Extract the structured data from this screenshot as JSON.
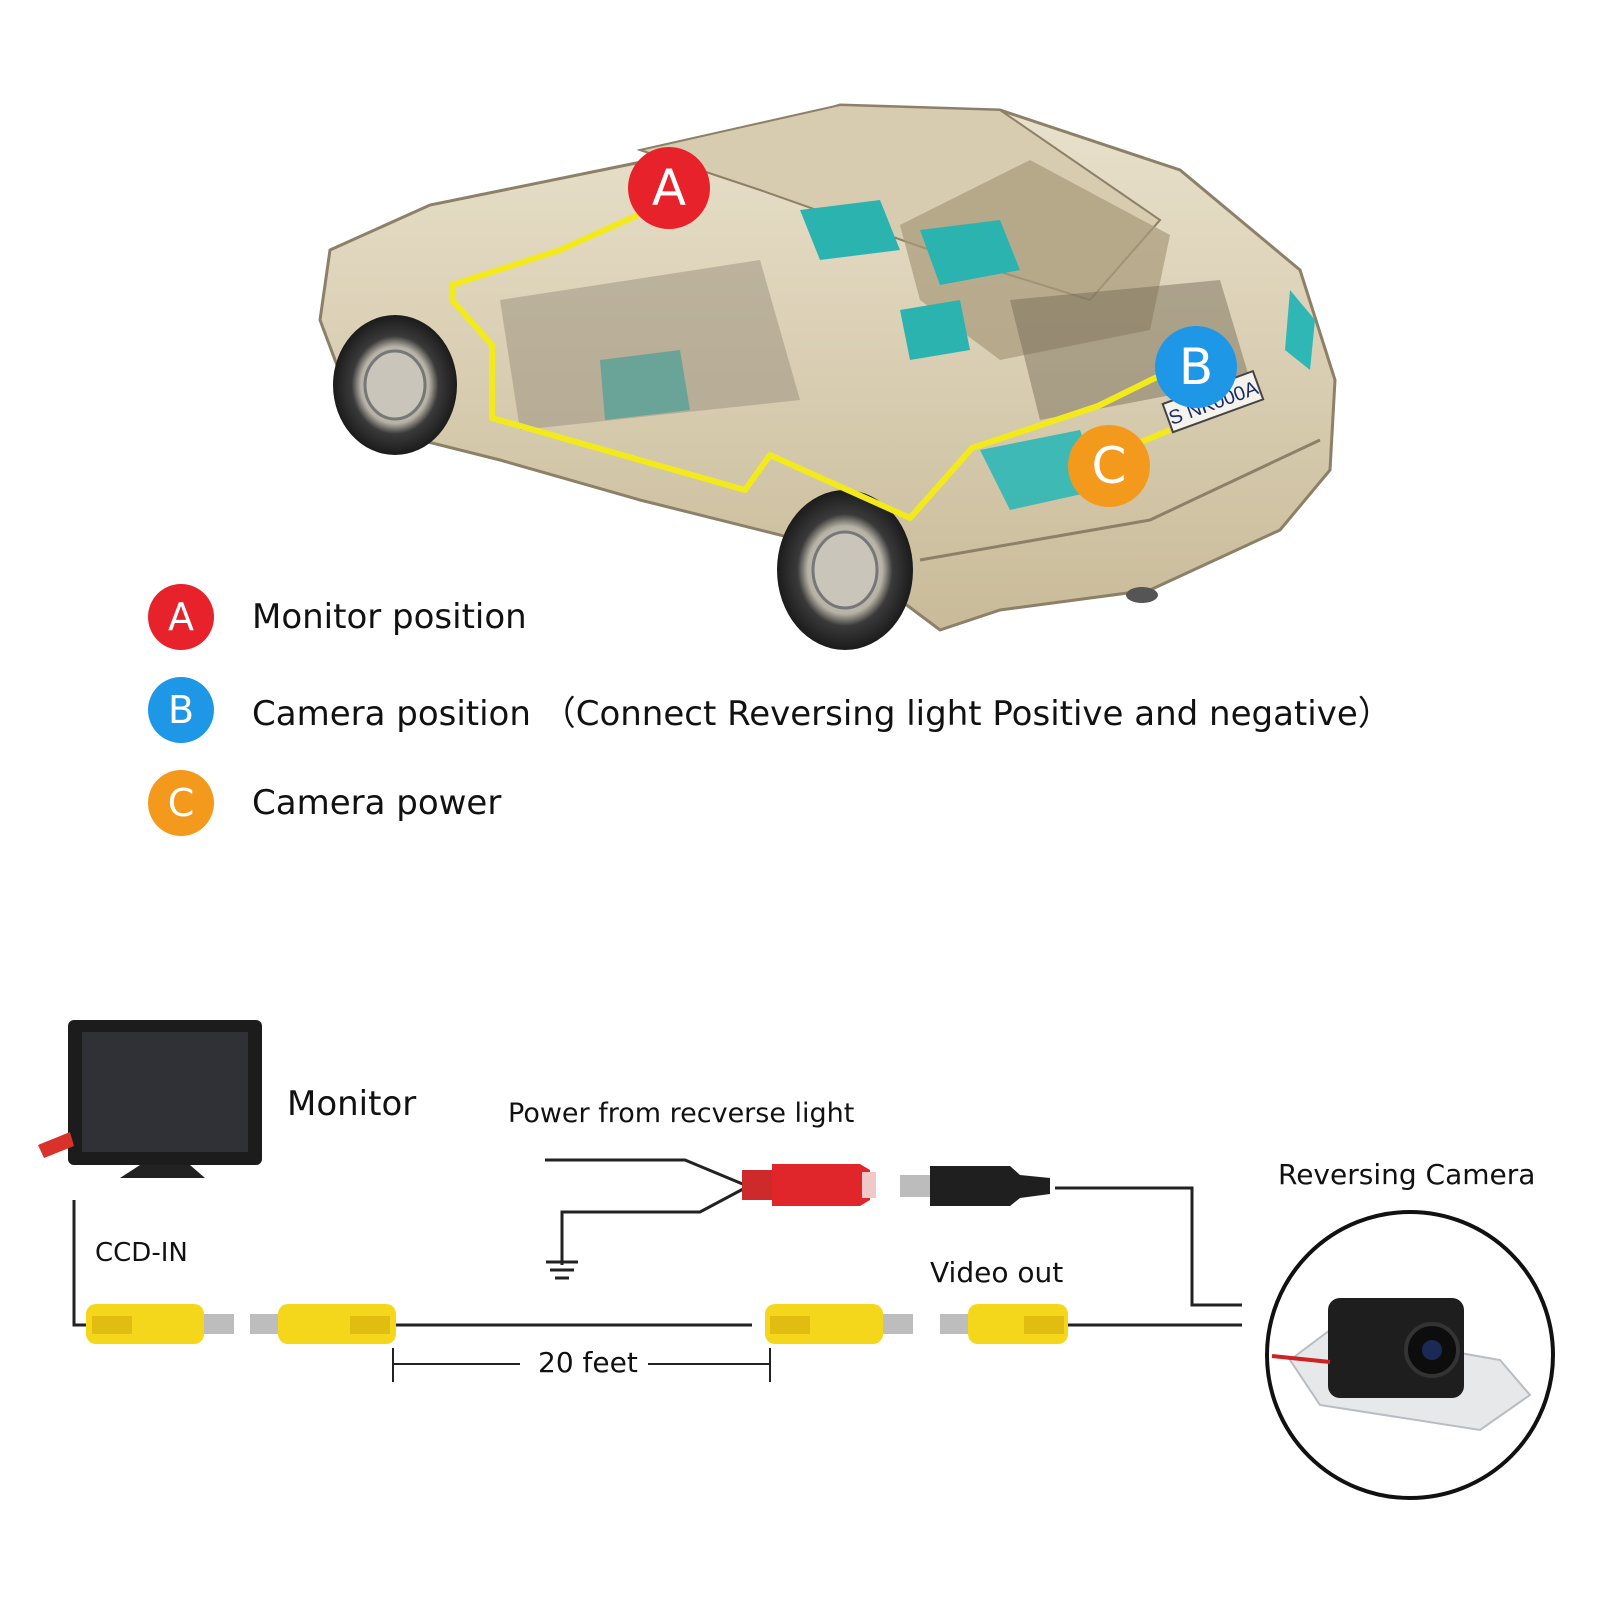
{
  "markers": {
    "a": {
      "letter": "A",
      "color": "#e8222a"
    },
    "b": {
      "letter": "B",
      "color": "#1e97e6"
    },
    "c": {
      "letter": "C",
      "color": "#f39a1d"
    }
  },
  "wire_color": "#f2ea1c",
  "car_plate": "S NK000A",
  "legend": [
    {
      "letter": "A",
      "text": "Monitor position",
      "color": "#e8222a"
    },
    {
      "letter": "B",
      "text": "Camera position （Connect Reversing light Positive and negative）",
      "color": "#1e97e6"
    },
    {
      "letter": "C",
      "text": "Camera power",
      "color": "#f39a1d"
    }
  ],
  "wiring": {
    "monitor_label": "Monitor",
    "power_label": "Power from recverse light",
    "camera_label": "Reversing Camera",
    "ccd_label": "CCD-IN",
    "video_label": "Video out",
    "length_label": "20 feet",
    "rca_color": "#f4d61a",
    "power_plug_color": "#e1262b"
  }
}
